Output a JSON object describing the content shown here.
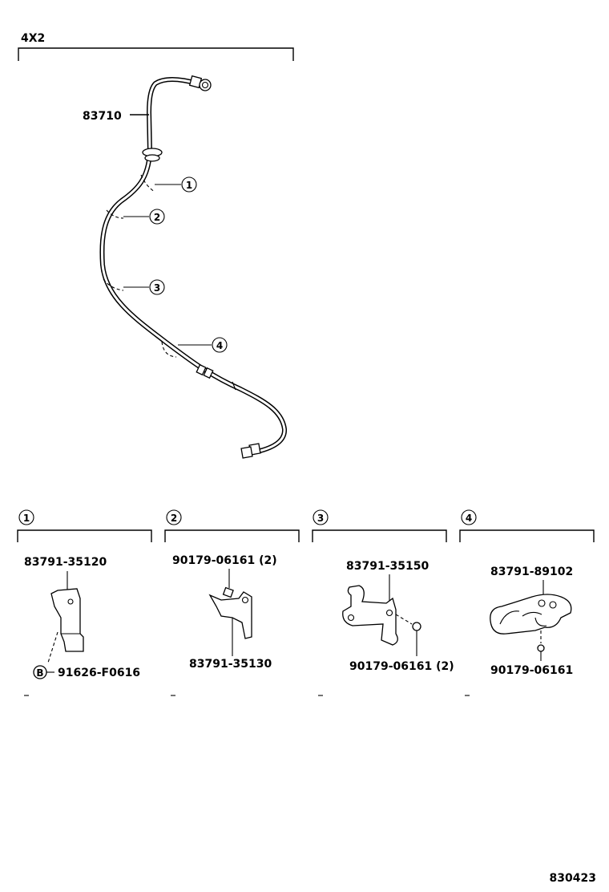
{
  "header": {
    "variant_label": "4X2"
  },
  "main_part": {
    "number": "83710"
  },
  "callouts": [
    "1",
    "2",
    "3",
    "4"
  ],
  "details": [
    {
      "index": "1",
      "parts": [
        "83791-35120",
        "91626-F0616"
      ],
      "marker": "B"
    },
    {
      "index": "2",
      "parts": [
        "90179-06161 (2)",
        "83791-35130"
      ]
    },
    {
      "index": "3",
      "parts": [
        "83791-35150",
        "90179-06161 (2)"
      ]
    },
    {
      "index": "4",
      "parts": [
        "83791-89102",
        "90179-06161"
      ]
    }
  ],
  "footer": {
    "diagram_code": "830423"
  }
}
